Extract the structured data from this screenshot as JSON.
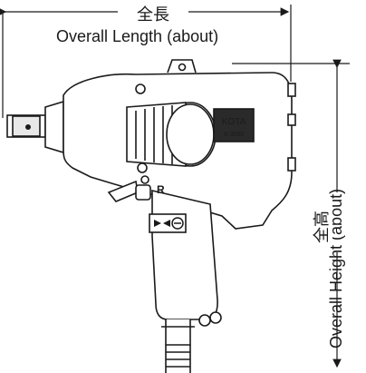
{
  "dimension_length": {
    "label_jp": "全長",
    "label_en": "Overall Length (about)"
  },
  "dimension_height": {
    "label_jp": "全高",
    "label_en": "Overall Height (about)"
  },
  "tool": {
    "brand_plate": "KOTA",
    "model_plate": "X-3000",
    "direction_mark": "R"
  },
  "icon_names": [
    "wrench-icon",
    "direction-switch-icon"
  ]
}
